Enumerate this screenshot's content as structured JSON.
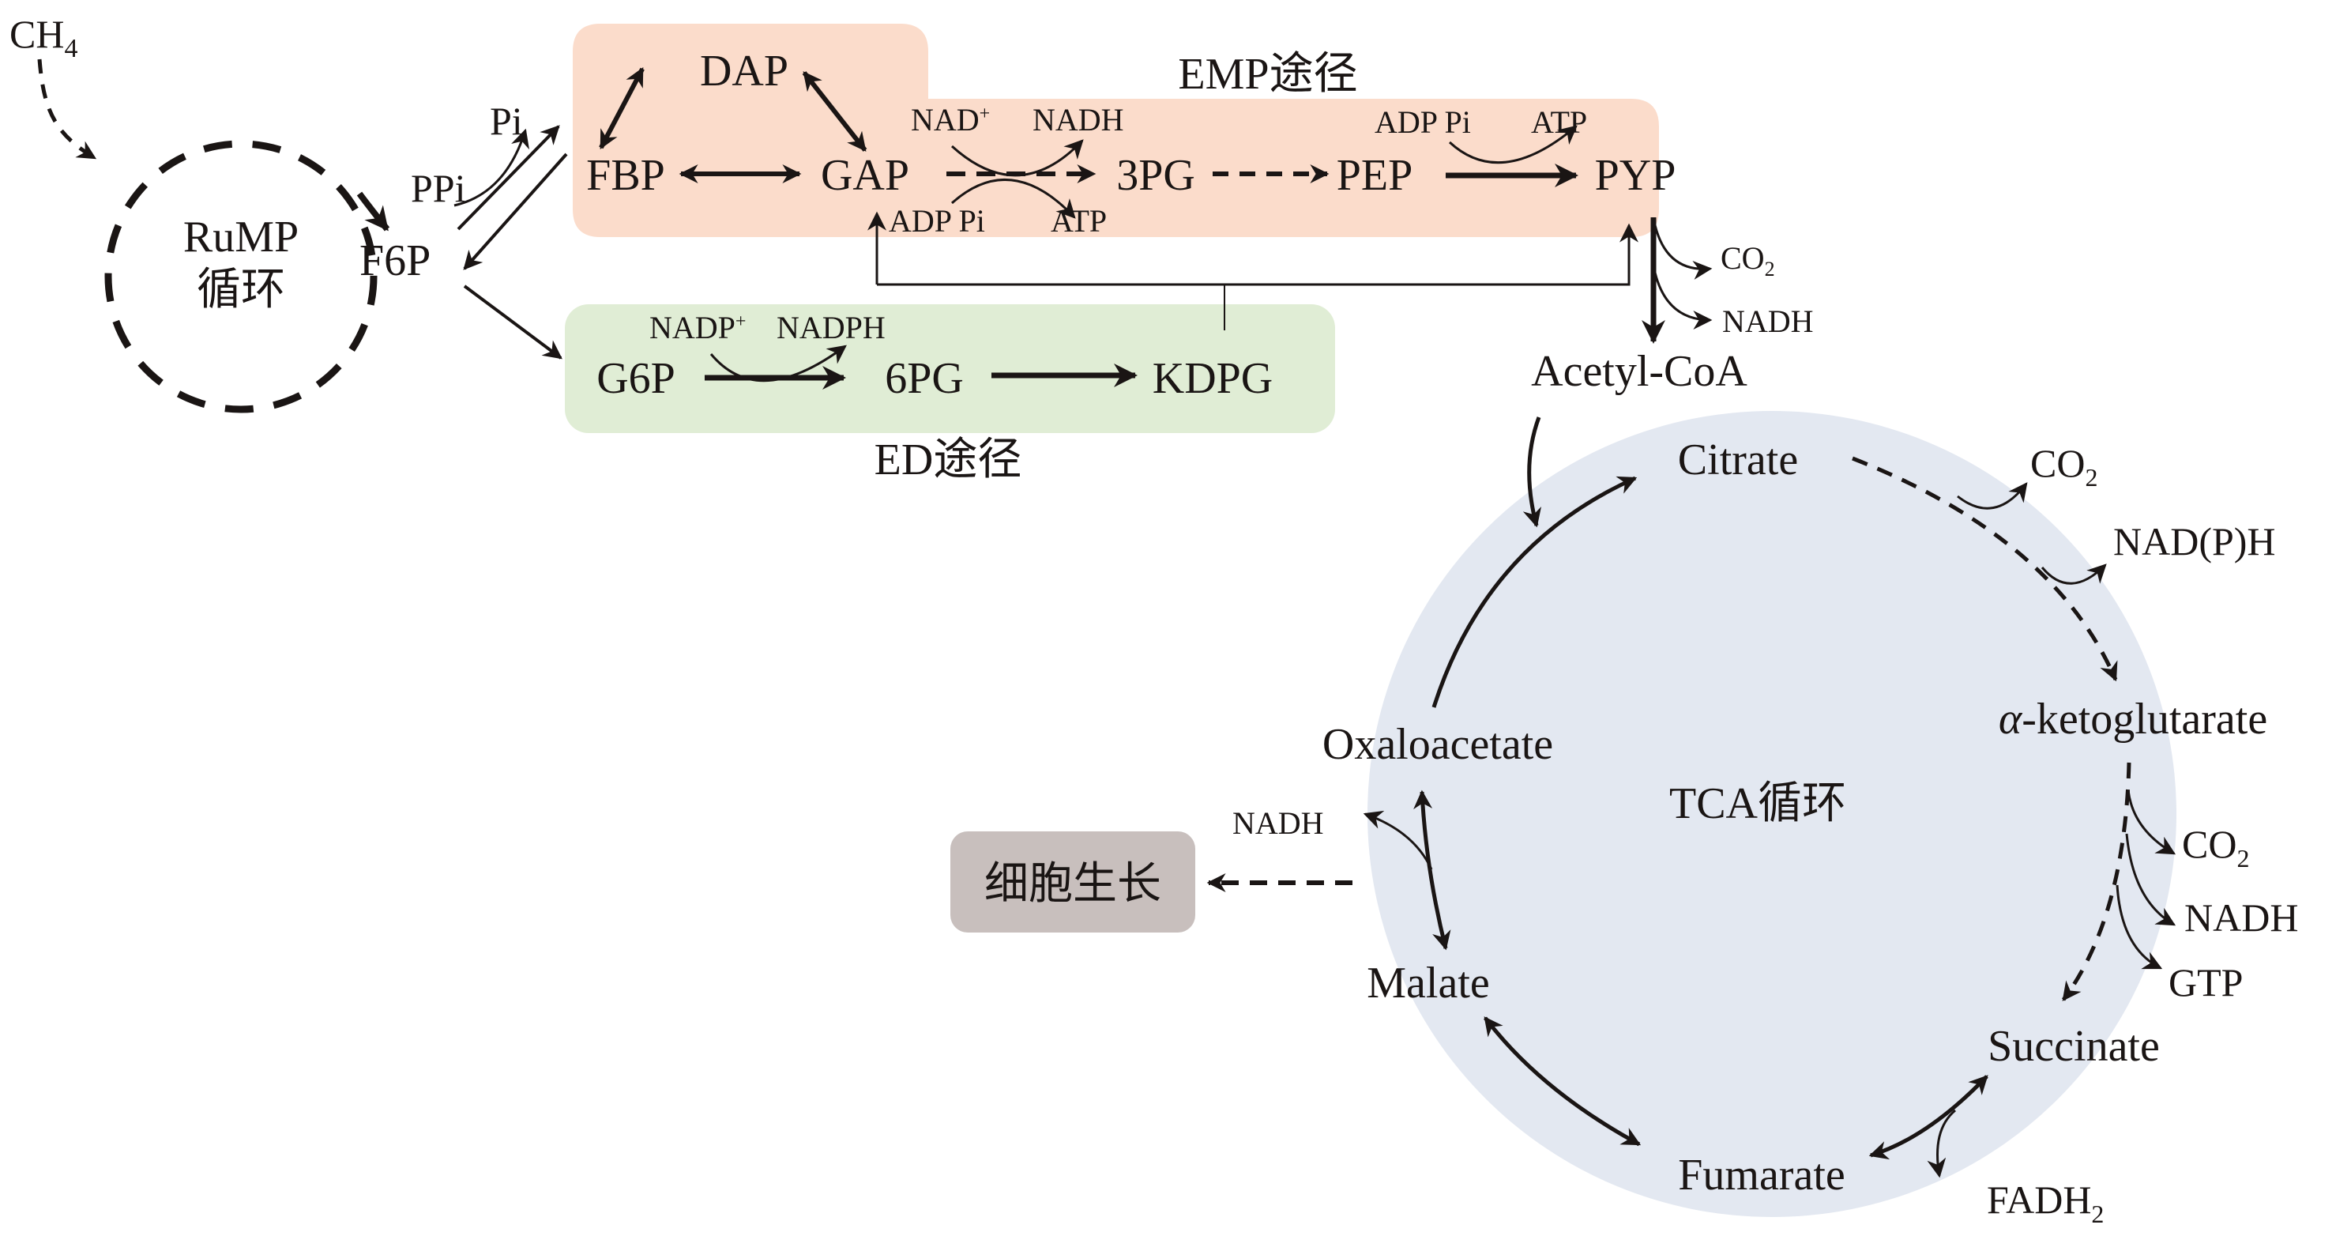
{
  "colors": {
    "emp_box": "#fbdccb",
    "ed_box": "#e0edd5",
    "tca_circle": "#e3e8f1",
    "growth_box": "#c8bfbd",
    "ink": "#1a1514"
  },
  "rump": {
    "input": "CH",
    "input_sub": "4",
    "cycle_line1": "RuMP",
    "cycle_line2": "循环",
    "product": "F6P",
    "ppi": "PPi",
    "pi": "Pi"
  },
  "emp": {
    "title": "EMP途径",
    "nodes": {
      "dap": "DAP",
      "fbp": "FBP",
      "gap": "GAP",
      "pg3": "3PG",
      "pep": "PEP",
      "pyp": "PYP"
    },
    "gap_to_3pg": {
      "nad": "NAD",
      "nad_sup": "+",
      "nadh": "NADH",
      "adp_pi": "ADP Pi",
      "atp": "ATP"
    },
    "pep_to_pyp": {
      "adp_pi": "ADP Pi",
      "atp": "ATP"
    }
  },
  "ed": {
    "title": "ED途径",
    "nodes": {
      "g6p": "G6P",
      "pg6": "6PG",
      "kdpg": "KDPG"
    },
    "g6p_to_6pg": {
      "nadp": "NADP",
      "nadp_sup": "+",
      "nadph": "NADPH"
    }
  },
  "pdh": {
    "co2": "CO",
    "co2_sub": "2",
    "nadh": "NADH",
    "product": "Acetyl-CoA"
  },
  "tca": {
    "title": "TCA循环",
    "nodes": {
      "citrate": "Citrate",
      "akg_alpha": "α",
      "akg": "-ketoglutarate",
      "succinate": "Succinate",
      "fumarate": "Fumarate",
      "malate": "Malate",
      "oxaloacetate": "Oxaloacetate"
    },
    "byproducts": {
      "co2_a": "CO",
      "co2_a_sub": "2",
      "nadph": "NAD(P)H",
      "co2_b": "CO",
      "co2_b_sub": "2",
      "nadh_b": "NADH",
      "gtp": "GTP",
      "fadh": "FADH",
      "fadh_sub": "2",
      "nadh_malate": "NADH"
    }
  },
  "growth": {
    "label": "细胞生长"
  }
}
